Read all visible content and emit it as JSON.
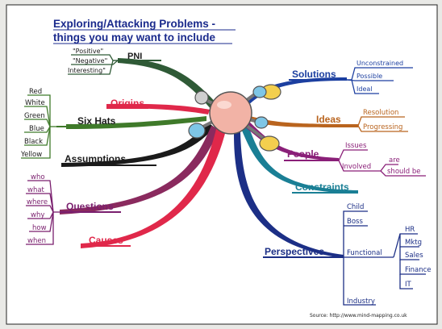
{
  "title": {
    "line1": "Exploring/Attacking Problems -",
    "line2": "things you may want to include"
  },
  "branches": {
    "pni": {
      "label": "PNI",
      "items": [
        "\"Positive\"",
        "\"Negative\"",
        "Interesting\""
      ]
    },
    "origins": {
      "label": "Origins"
    },
    "six_hats": {
      "label": "Six Hats",
      "items": [
        "Red",
        "White",
        "Green",
        "Blue",
        "Black",
        "Yellow"
      ]
    },
    "assumptions": {
      "label": "Assumptions"
    },
    "questions": {
      "label": "Questions",
      "items": [
        "who",
        "what",
        "where",
        "why",
        "how",
        "when"
      ]
    },
    "causes": {
      "label": "Causes"
    },
    "solutions": {
      "label": "Solutions",
      "items": [
        "Unconstrained",
        "Possible",
        "Ideal"
      ]
    },
    "ideas": {
      "label": "Ideas",
      "items": [
        "Resolution",
        "Progressing"
      ]
    },
    "people": {
      "label": "People",
      "issues": "Issues",
      "involved": "Involved",
      "are": "are",
      "should_be": "should be"
    },
    "constraints": {
      "label": "Constraints"
    },
    "perspectives": {
      "label": "Perspectives",
      "child": "Child",
      "boss": "Boss",
      "functional": "Functional",
      "functional_items": [
        "HR",
        "Mktg",
        "Sales",
        "Finance",
        "IT"
      ],
      "industry": "Industry"
    }
  },
  "source": "Source: http://www.mind-mapping.co.uk",
  "colors": {
    "title": "#1a2a8c",
    "pni": "#2f5a36",
    "origins": "#e0284a",
    "six_hats": "#3f7a2a",
    "assumptions": "#1a1a1a",
    "questions": "#7a1f6e",
    "causes": "#e0284a",
    "solutions": "#1c3fa0",
    "ideas": "#b9641e",
    "people": "#8a1f78",
    "constraints": "#1a7f95",
    "perspectives": "#1c2f86",
    "center": "#f2b3a6"
  }
}
